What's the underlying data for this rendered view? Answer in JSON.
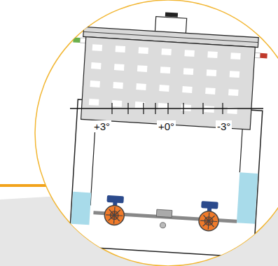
{
  "diagram": {
    "labels": [
      "+3°",
      "+0°",
      "-3°"
    ]
  }
}
